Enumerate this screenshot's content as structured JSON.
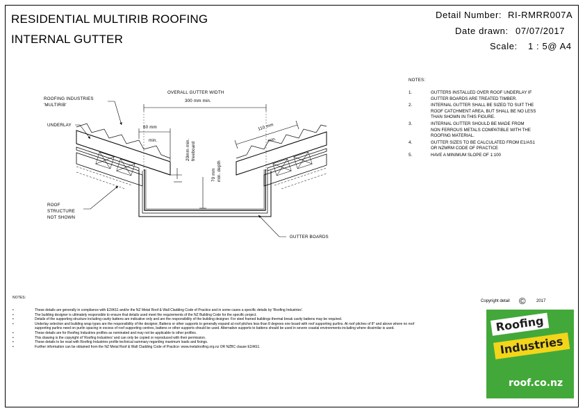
{
  "title": {
    "line1": "RESIDENTIAL MULTIRIB ROOFING",
    "line2": "INTERNAL GUTTER"
  },
  "header": {
    "detail_label": "Detail Number:",
    "detail_value": "RI-RMRR007A",
    "date_label": "Date drawn:",
    "date_value": "07/07/2017",
    "scale_label": "Scale:",
    "scale_value": "1 : 5@ A4"
  },
  "drawing": {
    "labels": {
      "roofing_industries_1": "ROOFING INDUSTRIES",
      "roofing_industries_2": "'MULTIRIB'",
      "underlay": "UNDERLAY",
      "overall_width_1": "OVERALL GUTTER WIDTH",
      "overall_width_2": "300 mm min.",
      "left_overlap_1": "60 mm",
      "left_overlap_2": "min.",
      "freeboard_1": "20mm min.",
      "freeboard_2": "freeboard",
      "depth_1": "70 mm",
      "depth_2": "min. depth",
      "right_overlap_1": "110 mm",
      "right_overlap_2": "min.",
      "roof_structure_1": "ROOF",
      "roof_structure_2": "STRUCTURE",
      "roof_structure_3": "NOT SHOWN",
      "gutter_boards": "GUTTER BOARDS"
    }
  },
  "notes_right": {
    "heading": "NOTES:",
    "items": [
      {
        "num": "1.",
        "text": "GUTTERS INSTALLED OVER ROOF UNDERLAY IF\nGUTTER BOARDS ARE TREATED TIMBER."
      },
      {
        "num": "2.",
        "text": "INTERNAL GUTTER SHALL BE SIZED TO SUIT THE\nROOF CATCHMENT AREA, BUT SHALL BE NO LESS\nTHAN SHOWN IN THIS FIGURE."
      },
      {
        "num": "3.",
        "text": "INTERNAL GUTTER SHOULD BE MADE FROM\nNON FERROUS METALS COMPATIBLE WITH THE\nROOFING MATERIAL."
      },
      {
        "num": "4.",
        "text": "GUTTER SIZES TO BE CALCULATED FROM E1/AS1\nOR NZMRM CODE OF PRACTICE"
      },
      {
        "num": "5.",
        "text": "HAVE A MINIMUM SLOPE OF 1:100"
      }
    ]
  },
  "notes_bottom": {
    "heading": "NOTES:",
    "bullet": "•",
    "items": [
      "These details are generally in compliance with E2/AS1 and/or the NZ Metal Roof & Wall Cladding Code of Practice and in some cases a specific details by 'Roofing Industries'.",
      "The building designer is ultimately responsible to ensure that details used meet the requirements of the NZ Building Code for the specific project.",
      "Details of the supporting structure including cavity battens are indicative only and are the responsibility of the building designer. For steel framed buildings thermal break cavity battens may be required.",
      "Underlay selection and building wrap types are the responsibility of the designer, Battens or other supports to generally expand at roof pitches less than 8 degrees one board with roof supporting purlins. At roof pitches of 8° and above where no roof supporting purlins need on purlin spacing in excess of roof supporting centres, battens or other supports should be used. Alternative supports to battens should be used in severe coastal environments including where dissimilar is used.",
      "These details are for Roofing Industries profiles as nominated and may not be applicable to other profiles.",
      "This drawing is the copyright of 'Roofing Industries' and can only be copied or reproduced with their permission.",
      "These details to be read with Roofing Industries profile technical summary regarding maximum loads and fixings.",
      "Further information can be obtained from the NZ Metal Roof & Wall Cladding Code of Practice: www.metalroofing.org.nz OR NZBC clause E2/AS1."
    ]
  },
  "copyright": {
    "label": "Copyright detail",
    "symbol": "©",
    "year": "2017"
  },
  "logo": {
    "line1": "Roofing",
    "line2": "Industries",
    "line3": "roof.co.nz",
    "colors": {
      "green": "#43a83a",
      "yellow": "#f3d51a",
      "white": "#ffffff",
      "dark": "#1f1f1f"
    }
  }
}
